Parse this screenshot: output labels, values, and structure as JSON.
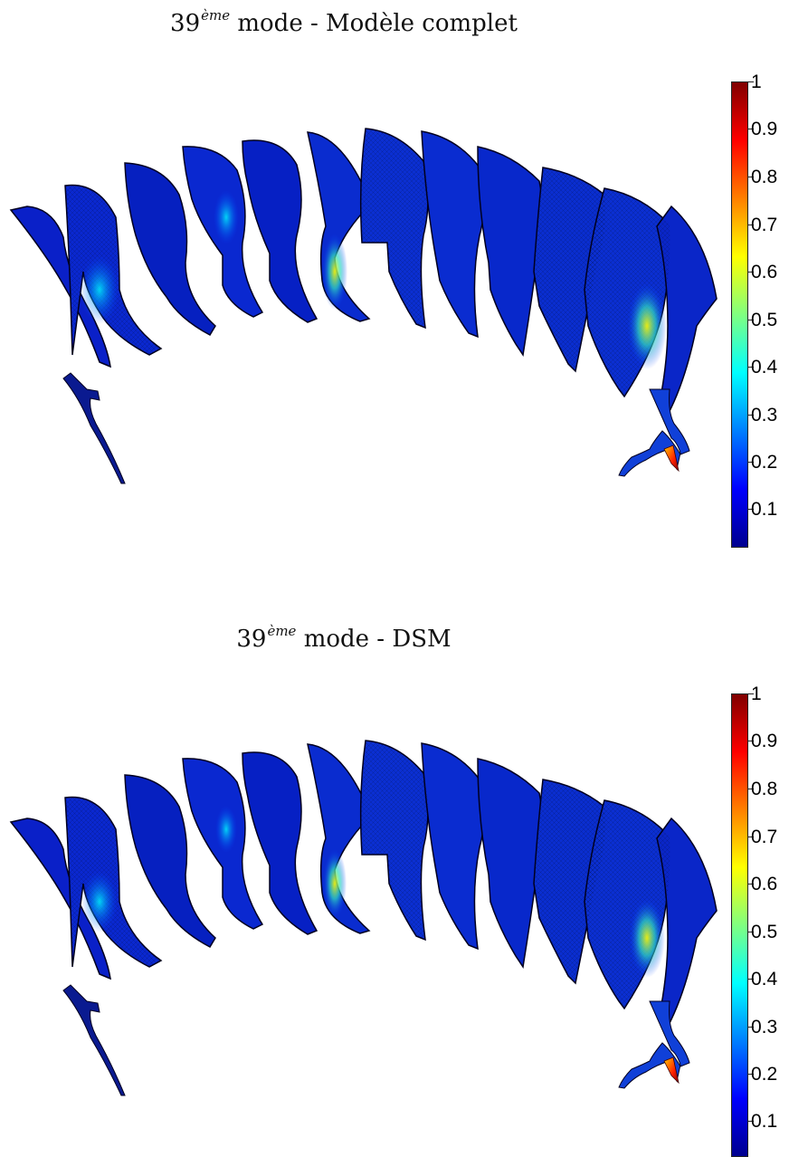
{
  "panels": [
    {
      "title_prefix": "39",
      "title_sup": "ème",
      "title_suffix": " mode - Modèle complet",
      "colorbar": {
        "ticks": [
          "1",
          "0.9",
          "0.8",
          "0.7",
          "0.6",
          "0.5",
          "0.4",
          "0.3",
          "0.2",
          "0.1"
        ]
      }
    },
    {
      "title_prefix": "39",
      "title_sup": "ème",
      "title_suffix": " mode - DSM",
      "colorbar": {
        "ticks": [
          "1",
          "0.9",
          "0.8",
          "0.7",
          "0.6",
          "0.5",
          "0.4",
          "0.3",
          "0.2",
          "0.1"
        ]
      }
    }
  ],
  "colors": {
    "deep_blue": "#00008f",
    "blue": "#0000ff",
    "cyan": "#00ffff",
    "yellow": "#ffff00",
    "red": "#ff0000",
    "dark_red": "#800000"
  }
}
